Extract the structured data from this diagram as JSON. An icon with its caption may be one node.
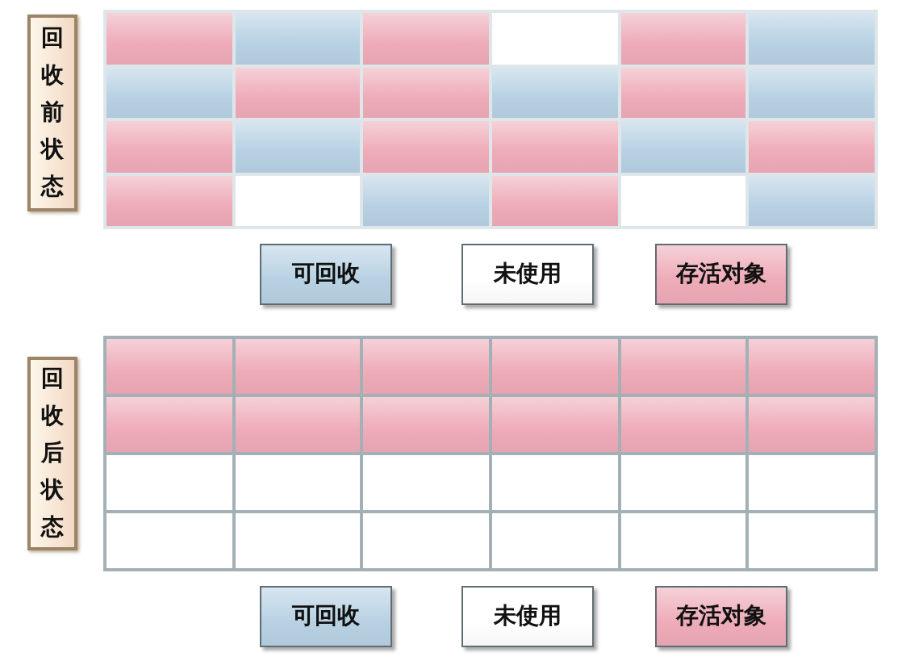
{
  "diagram": {
    "nodes": [
      {
        "text": [
          "回收前状态"
        ]
      },
      {
        "text": [],
        "shape": "box"
      },
      {
        "text": [],
        "shape": "box"
      },
      {
        "text": [],
        "shape": "box"
      },
      {
        "text": [],
        "shape": "box"
      },
      {
        "text": [],
        "shape": "box"
      },
      {
        "text": [],
        "shape": "box"
      },
      {
        "text": [],
        "shape": "box"
      },
      {
        "text": [],
        "shape": "box"
      },
      {
        "text": [],
        "shape": "box"
      },
      {
        "text": [],
        "shape": "box"
      },
      {
        "text": [],
        "shape": "box"
      },
      {
        "text": [],
        "shape": "box"
      },
      {
        "text": [],
        "shape": "box"
      },
      {
        "text": [],
        "shape": "box"
      },
      {
        "text": [],
        "shape": "box"
      },
      {
        "text": [],
        "shape": "box"
      },
      {
        "text": [],
        "shape": "box"
      },
      {
        "text": [],
        "shape": "box"
      },
      {
        "text": [],
        "shape": "box"
      },
      {
        "text": [],
        "shape": "box"
      },
      {
        "text": [],
        "shape": "box"
      },
      {
        "text": [],
        "shape": "box"
      },
      {
        "text": [],
        "shape": "box"
      },
      {
        "text": [],
        "shape": "box"
      },
      {
        "text": [
          "回收后状态"
        ]
      },
      {
        "text": [],
        "shape": "box"
      },
      {
        "text": [],
        "shape": "box"
      },
      {
        "text": [],
        "shape": "box"
      },
      {
        "text": [],
        "shape": "box"
      },
      {
        "text": [],
        "shape": "box"
      },
      {
        "text": [],
        "shape": "box"
      },
      {
        "text": [],
        "shape": "box"
      },
      {
        "text": [],
        "shape": "box"
      },
      {
        "text": [],
        "shape": "box"
      },
      {
        "text": [],
        "shape": "box"
      },
      {
        "text": [],
        "shape": "box"
      },
      {
        "text": [],
        "shape": "box"
      },
      {
        "text": [],
        "shape": "box"
      },
      {
        "text": [],
        "shape": "box"
      },
      {
        "text": [],
        "shape": "box"
      },
      {
        "text": [],
        "shape": "box"
      },
      {
        "text": [],
        "shape": "box"
      },
      {
        "text": [],
        "shape": "box"
      },
      {
        "text": [],
        "shape": "box"
      },
      {
        "text": [],
        "shape": "box"
      },
      {
        "text": [],
        "shape": "box"
      },
      {
        "text": [],
        "shape": "box"
      },
      {
        "text": [],
        "shape": "box"
      },
      {
        "text": [],
        "shape": "box"
      }
    ],
    "legend": [
      {
        "text": "可回收",
        "color": "#b7d1e3"
      },
      {
        "text": "未使用",
        "color": "#ffffff"
      },
      {
        "text": "存活对象",
        "color": "#eeabb8"
      },
      {
        "text": "可回收",
        "color": "#b7d1e3"
      },
      {
        "text": "未使用",
        "color": "#ffffff"
      },
      {
        "text": "存活对象",
        "color": "#eeabb8"
      }
    ]
  }
}
